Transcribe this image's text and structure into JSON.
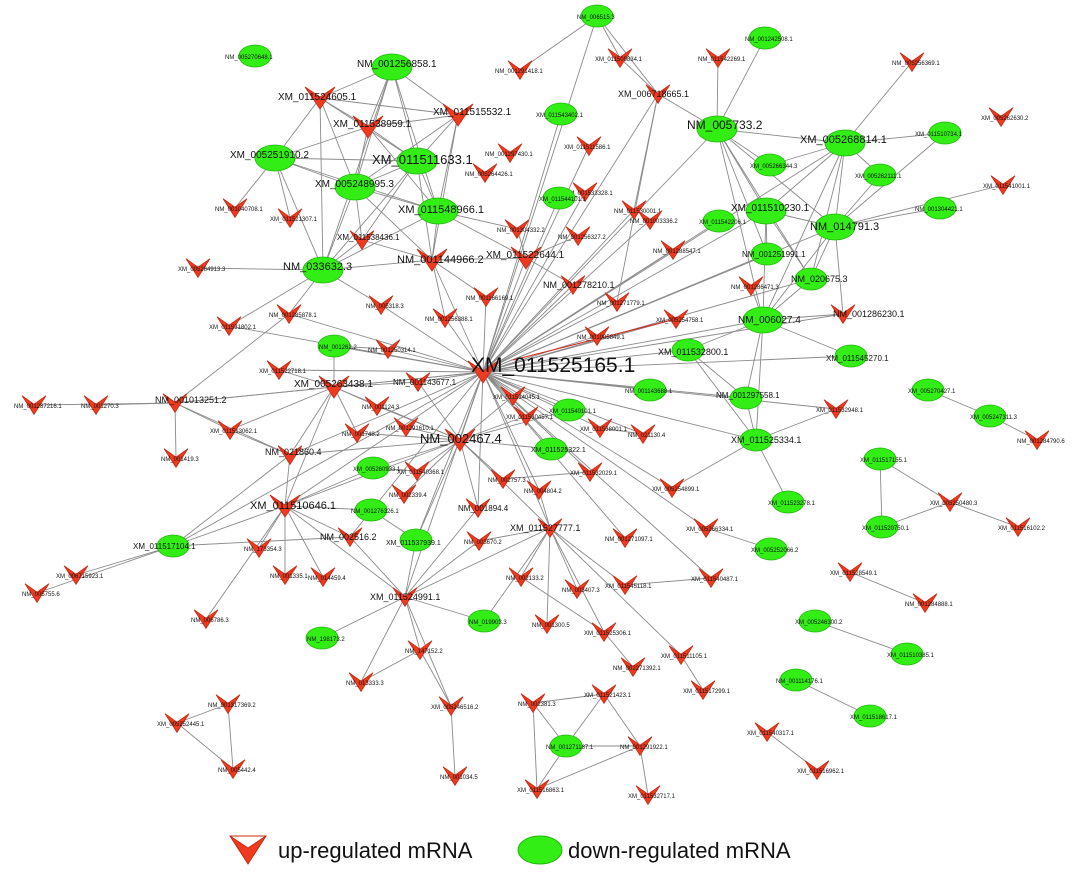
{
  "legend": {
    "up": "up-regulated mRNA",
    "down": "down-regulated mRNA"
  },
  "colors": {
    "up": "#ee3a1f",
    "down": "#33ee14",
    "edge": "#8a8a8a",
    "highlight_edge": "#d9261c"
  },
  "nodes": [
    {
      "id": "hub",
      "label": "XM_011525165.1",
      "type": "up"
    },
    {
      "id": "n001256858",
      "label": "NM_001256858.1",
      "type": "down"
    },
    {
      "id": "x011524605",
      "label": "XM_011524605.1",
      "type": "up"
    },
    {
      "id": "x011538959",
      "label": "XM_011538959.1",
      "type": "up"
    },
    {
      "id": "x011515532",
      "label": "XM_011515532.1",
      "type": "up"
    },
    {
      "id": "x005251910",
      "label": "XM_005251910.2",
      "type": "down"
    },
    {
      "id": "x011511633",
      "label": "XM_011511633.1",
      "type": "down"
    },
    {
      "id": "x005248995",
      "label": "XM_005248995.3",
      "type": "down"
    },
    {
      "id": "x011548966",
      "label": "XM_011548966.1",
      "type": "down"
    },
    {
      "id": "n033632",
      "label": "NM_033632.3",
      "type": "down"
    },
    {
      "id": "n001144966",
      "label": "NM_001144966.2",
      "type": "up"
    },
    {
      "id": "x011522644",
      "label": "XM_011522644.1",
      "type": "up"
    },
    {
      "id": "x011538436",
      "label": "XM_011538436.1",
      "type": "up"
    },
    {
      "id": "x005263438",
      "label": "XM_005263438.1",
      "type": "up"
    },
    {
      "id": "n001013251",
      "label": "NM_001013251.2",
      "type": "up"
    },
    {
      "id": "n021860",
      "label": "NM_021860.4",
      "type": "up"
    },
    {
      "id": "x011510646",
      "label": "XM_011510646.1",
      "type": "up"
    },
    {
      "id": "x011517104",
      "label": "XM_011517104.1",
      "type": "down"
    },
    {
      "id": "n002467",
      "label": "NM_002467.4",
      "type": "up"
    },
    {
      "id": "n005733",
      "label": "NM_005733.2",
      "type": "down"
    },
    {
      "id": "x005268814",
      "label": "XM_005268814.1",
      "type": "down"
    },
    {
      "id": "x011510230",
      "label": "XM_011510230.1",
      "type": "down"
    },
    {
      "id": "n014791",
      "label": "NM_014791.3",
      "type": "down"
    },
    {
      "id": "n006027",
      "label": "NM_006027.4",
      "type": "down"
    },
    {
      "id": "n001286230",
      "label": "NM_001286230.1",
      "type": "up"
    },
    {
      "id": "x011532800",
      "label": "XM_011532800.1",
      "type": "down"
    },
    {
      "id": "x011545270",
      "label": "XM_011545270.1",
      "type": "down"
    },
    {
      "id": "n001297558",
      "label": "NM_001297558.1",
      "type": "down"
    },
    {
      "id": "x011525334",
      "label": "XM_011525334.1",
      "type": "down"
    },
    {
      "id": "n020675",
      "label": "NM_020675.3",
      "type": "down"
    },
    {
      "id": "n001251991",
      "label": "NM_001251991.1",
      "type": "down"
    },
    {
      "id": "x006718665",
      "label": "XM_006718665.1",
      "type": "up"
    },
    {
      "id": "x011524991",
      "label": "XM_011524991.1",
      "type": "up"
    },
    {
      "id": "x011527777",
      "label": "XM_011527777.1",
      "type": "up"
    },
    {
      "id": "n002516",
      "label": "NM_002516.2",
      "type": "up"
    },
    {
      "id": "n001278210",
      "label": "NM_001278210.1",
      "type": "up"
    },
    {
      "id": "x011537939",
      "label": "XM_011537939.1",
      "type": "down"
    },
    {
      "id": "n001143677",
      "label": "NM_001143677.1",
      "type": "up"
    },
    {
      "id": "n001894",
      "label": "NM_001894.4",
      "type": "up"
    },
    {
      "id": "x011525322",
      "label": "XM_011525322.1",
      "type": "down"
    },
    {
      "id": "n006515",
      "label": "NM_006515.3",
      "type": "down"
    },
    {
      "id": "n001242508",
      "label": "NM_001242508.1",
      "type": "down"
    },
    {
      "id": "n005270648",
      "label": "NM_005270648.1",
      "type": "down"
    },
    {
      "id": "n001291418",
      "label": "NM_001291418.1",
      "type": "up"
    },
    {
      "id": "x011509834",
      "label": "XM_011509834.1",
      "type": "up"
    },
    {
      "id": "n011542269",
      "label": "NM_011542269.1",
      "type": "up"
    },
    {
      "id": "n005256369",
      "label": "NM_005256369.1",
      "type": "up"
    },
    {
      "id": "x005262630",
      "label": "XM_005262630.2",
      "type": "up"
    },
    {
      "id": "x011510734",
      "label": "XM_011510734.1",
      "type": "down"
    },
    {
      "id": "x011543402",
      "label": "XM_011543402.1",
      "type": "down"
    },
    {
      "id": "n001297430",
      "label": "NM_001297430.1",
      "type": "up"
    },
    {
      "id": "x011511586",
      "label": "XM_011511586.1",
      "type": "up"
    },
    {
      "id": "x005266344",
      "label": "XM_005266344.3",
      "type": "down"
    },
    {
      "id": "x005262111",
      "label": "XM_005262111.1",
      "type": "down"
    },
    {
      "id": "x011541001",
      "label": "XM_011541001.1",
      "type": "up"
    },
    {
      "id": "n001304421",
      "label": "NM_001304421.1",
      "type": "down"
    },
    {
      "id": "n005264426",
      "label": "NM_005264426.1",
      "type": "up"
    },
    {
      "id": "n001533328",
      "label": "NM_001533328.1",
      "type": "up"
    },
    {
      "id": "x011544101",
      "label": "XM_011544101.1",
      "type": "down"
    },
    {
      "id": "n001040708",
      "label": "NM_001040708.1",
      "type": "up"
    },
    {
      "id": "x011521307",
      "label": "XM_011521307.1",
      "type": "up"
    },
    {
      "id": "n011530001",
      "label": "NM_011530001.1",
      "type": "up"
    },
    {
      "id": "x011542206",
      "label": "XM_011542206.1",
      "type": "down"
    },
    {
      "id": "n001304332",
      "label": "NM_001304332.2",
      "type": "up"
    },
    {
      "id": "n001256327",
      "label": "NM_001256327.2",
      "type": "up"
    },
    {
      "id": "n001288547",
      "label": "NM_001288547.1",
      "type": "up"
    },
    {
      "id": "n001003336",
      "label": "NM_001003336.2",
      "type": "up"
    },
    {
      "id": "x005264913",
      "label": "XM_005264913.3",
      "type": "up"
    },
    {
      "id": "n001286471",
      "label": "NM_001286471.3",
      "type": "up"
    },
    {
      "id": "n001166169",
      "label": "NM_001166169.1",
      "type": "up"
    },
    {
      "id": "n001271779",
      "label": "NM_001271779.1",
      "type": "up"
    },
    {
      "id": "n001285878",
      "label": "NM_001285878.1",
      "type": "up"
    },
    {
      "id": "n005318",
      "label": "NM_005318.3",
      "type": "up"
    },
    {
      "id": "x011531802",
      "label": "XM_011531802.1",
      "type": "up"
    },
    {
      "id": "n001256388",
      "label": "NM_001256388.1",
      "type": "up"
    },
    {
      "id": "n001005849",
      "label": "NM_001005849.1",
      "type": "up"
    },
    {
      "id": "x005254758",
      "label": "XM_005254758.1",
      "type": "up"
    },
    {
      "id": "n001262",
      "label": "NM_001262.2",
      "type": "down"
    },
    {
      "id": "n001250314",
      "label": "NM_001250314.1",
      "type": "up"
    },
    {
      "id": "x011522718",
      "label": "XM_011522718.1",
      "type": "up"
    },
    {
      "id": "x005270427",
      "label": "XM_005270427.1",
      "type": "down"
    },
    {
      "id": "n001287216",
      "label": "NM_001287216.1",
      "type": "up"
    },
    {
      "id": "n001270",
      "label": "NM_001270.3",
      "type": "up"
    },
    {
      "id": "n001143688",
      "label": "NM_001143688.1",
      "type": "down"
    },
    {
      "id": "x005247311",
      "label": "XM_005247311.3",
      "type": "down"
    },
    {
      "id": "x011534045",
      "label": "XM_011534045.1",
      "type": "up"
    },
    {
      "id": "n001124",
      "label": "NM_001124.3",
      "type": "up"
    },
    {
      "id": "x011530457",
      "label": "XM_011530457.1",
      "type": "up"
    },
    {
      "id": "x011540101",
      "label": "XM_011540101.1",
      "type": "down"
    },
    {
      "id": "x011532948",
      "label": "XM_011532948.1",
      "type": "up"
    },
    {
      "id": "n001284790",
      "label": "NM_001284790.6",
      "type": "up"
    },
    {
      "id": "x011513062",
      "label": "XM_011513062.1",
      "type": "up"
    },
    {
      "id": "n001748",
      "label": "NM_001748.2",
      "type": "up"
    },
    {
      "id": "n001291610",
      "label": "NM_001291610.1",
      "type": "up"
    },
    {
      "id": "x011538001",
      "label": "XM_011538001.1",
      "type": "up"
    },
    {
      "id": "n021130",
      "label": "NM_021130.4",
      "type": "up"
    },
    {
      "id": "n001419",
      "label": "NM_001419.3",
      "type": "up"
    },
    {
      "id": "x011517155",
      "label": "XM_011517155.1",
      "type": "down"
    },
    {
      "id": "x005260933",
      "label": "XM_005260933.1",
      "type": "down"
    },
    {
      "id": "x011540368",
      "label": "XM_011540368.1",
      "type": "up"
    },
    {
      "id": "n002757",
      "label": "NM_002757.3",
      "type": "up"
    },
    {
      "id": "x011532029",
      "label": "XM_011532029.1",
      "type": "up"
    },
    {
      "id": "x005254899",
      "label": "XM_005254899.1",
      "type": "up"
    },
    {
      "id": "x011523278",
      "label": "XM_011523278.1",
      "type": "down"
    },
    {
      "id": "x005250480",
      "label": "XM_005250480.3",
      "type": "up"
    },
    {
      "id": "n001276326",
      "label": "NM_001276326.1",
      "type": "down"
    },
    {
      "id": "n002339",
      "label": "NM_002339.4",
      "type": "up"
    },
    {
      "id": "n004804",
      "label": "NM_004804.2",
      "type": "up"
    },
    {
      "id": "x011520750",
      "label": "XM_011520750.1",
      "type": "down"
    },
    {
      "id": "x011516102",
      "label": "XM_011516102.2",
      "type": "up"
    },
    {
      "id": "x005266334",
      "label": "XM_005266334.1",
      "type": "up"
    },
    {
      "id": "n173354",
      "label": "NM_173354.3",
      "type": "up"
    },
    {
      "id": "n003670",
      "label": "NM_003670.2",
      "type": "up"
    },
    {
      "id": "n001271097",
      "label": "NM_001271097.1",
      "type": "up"
    },
    {
      "id": "x005252066",
      "label": "XM_005252066.2",
      "type": "down"
    },
    {
      "id": "x006715923",
      "label": "XM_006715923.1",
      "type": "up"
    },
    {
      "id": "n001335",
      "label": "NM_001335.1",
      "type": "up"
    },
    {
      "id": "n014459",
      "label": "NM_014459.4",
      "type": "up"
    },
    {
      "id": "n002133",
      "label": "NM_002133.2",
      "type": "up"
    },
    {
      "id": "n003407",
      "label": "NM_003407.3",
      "type": "up"
    },
    {
      "id": "x011545118",
      "label": "XM_011545118.1",
      "type": "up"
    },
    {
      "id": "x011540487",
      "label": "XM_011540487.1",
      "type": "up"
    },
    {
      "id": "x011528549",
      "label": "XM_011528549.1",
      "type": "up"
    },
    {
      "id": "n005755",
      "label": "NM_005755.6",
      "type": "up"
    },
    {
      "id": "n006786",
      "label": "NM_006786.3",
      "type": "up"
    },
    {
      "id": "n001284888",
      "label": "NM_001284888.1",
      "type": "up"
    },
    {
      "id": "n019903",
      "label": "NM_019903.3",
      "type": "down"
    },
    {
      "id": "n001300",
      "label": "NM_001300.5",
      "type": "up"
    },
    {
      "id": "x011525306",
      "label": "XM_011525306.1",
      "type": "up"
    },
    {
      "id": "x011511105",
      "label": "XM_011511105.1",
      "type": "up"
    },
    {
      "id": "x005246300",
      "label": "XM_005246300.2",
      "type": "down"
    },
    {
      "id": "n198173",
      "label": "NM_198173.2",
      "type": "down"
    },
    {
      "id": "x011510385",
      "label": "XM_011510385.1",
      "type": "down"
    },
    {
      "id": "n147152",
      "label": "NM_147152.2",
      "type": "up"
    },
    {
      "id": "n002271392",
      "label": "NM_002271392.1",
      "type": "up"
    },
    {
      "id": "n013333",
      "label": "NM_013333.3",
      "type": "up"
    },
    {
      "id": "x011517299",
      "label": "XM_011517299.1",
      "type": "up"
    },
    {
      "id": "n001114176",
      "label": "NM_001114176.1",
      "type": "down"
    },
    {
      "id": "n001317369",
      "label": "NM_001317369.2",
      "type": "up"
    },
    {
      "id": "x005246516",
      "label": "XM_005246516.2",
      "type": "up"
    },
    {
      "id": "n002381",
      "label": "NM_002381.3",
      "type": "up"
    },
    {
      "id": "x011521423",
      "label": "XM_011521423.1",
      "type": "up"
    },
    {
      "id": "x011518617",
      "label": "XM_011518617.1",
      "type": "down"
    },
    {
      "id": "x005252445",
      "label": "XM_005252445.1",
      "type": "up"
    },
    {
      "id": "x011540317",
      "label": "XM_011540317.1",
      "type": "up"
    },
    {
      "id": "n001271187",
      "label": "NM_001271187.1",
      "type": "down"
    },
    {
      "id": "n001291922",
      "label": "NM_001291922.1",
      "type": "up"
    },
    {
      "id": "n005442",
      "label": "NM_005442.4",
      "type": "up"
    },
    {
      "id": "x011516962",
      "label": "XM_011516962.1",
      "type": "up"
    },
    {
      "id": "n001034",
      "label": "NM_001034.5",
      "type": "up"
    },
    {
      "id": "x011516863",
      "label": "XM_011516863.1",
      "type": "up"
    },
    {
      "id": "x011532717",
      "label": "XM_011532717.1",
      "type": "up"
    }
  ]
}
